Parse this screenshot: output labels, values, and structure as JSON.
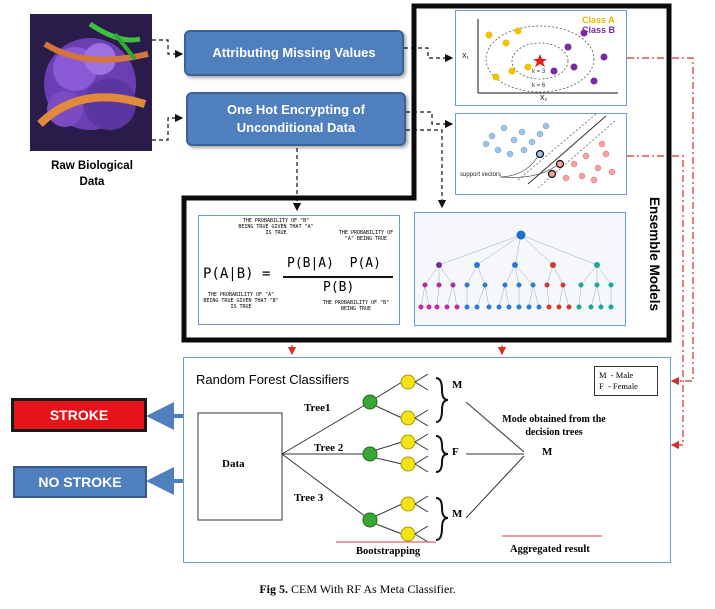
{
  "raw_data_label": "Raw Biological\nData",
  "steps": {
    "attributing": "Attributing Missing Values",
    "one_hot": "One Hot Encrypting of\nUnconditional Data"
  },
  "ensemble_label": "Ensemble Models",
  "knn": {
    "class_a": "Class A",
    "class_b": "Class B",
    "k3": "k = 3",
    "k6": "k = 6",
    "x1": "X₁",
    "x2": "X₂"
  },
  "svm": {
    "support_vectors": "support vectors"
  },
  "bayes": {
    "formula_lhs": "P(A|B) =",
    "numerator": "P(B|A)  P(A)",
    "denominator": "P(B)",
    "note_top_left": "THE PROBABILITY OF \"B\" BEING TRUE GIVEN THAT \"A\" IS TRUE",
    "note_top_right": "THE PROBABILITY OF \"A\" BEING TRUE",
    "note_bottom_left": "THE PROBABILITY OF \"A\" BEING TRUE GIVEN THAT \"B\" IS TRUE",
    "note_bottom_right": "THE PROBABILITY OF \"B\" BEING TRUE"
  },
  "rf": {
    "title": "Random Forest Classifiers",
    "data_label": "Data",
    "tree1": "Tree1",
    "tree2": "Tree 2",
    "tree3": "Tree 3",
    "out1": "M",
    "out2": "F",
    "out3": "M",
    "mode_text": "Mode obtained from the decision trees",
    "final": "M",
    "bootstrapping": "Bootstrapping",
    "aggregated": "Aggregated result",
    "legend_m": "M  - Male",
    "legend_f": "F  - Female"
  },
  "outputs": {
    "stroke": "STROKE",
    "no_stroke": "NO STROKE"
  },
  "caption": {
    "bold": "Fig 5.",
    "text": " CEM With RF As Meta Classifier."
  },
  "colors": {
    "accent_blue": "#4f7fbd",
    "stroke_red": "#e6141a",
    "arrow_red": "#d0312d",
    "leaf_yellow": "#f5e31a",
    "node_green": "#3aa635"
  }
}
